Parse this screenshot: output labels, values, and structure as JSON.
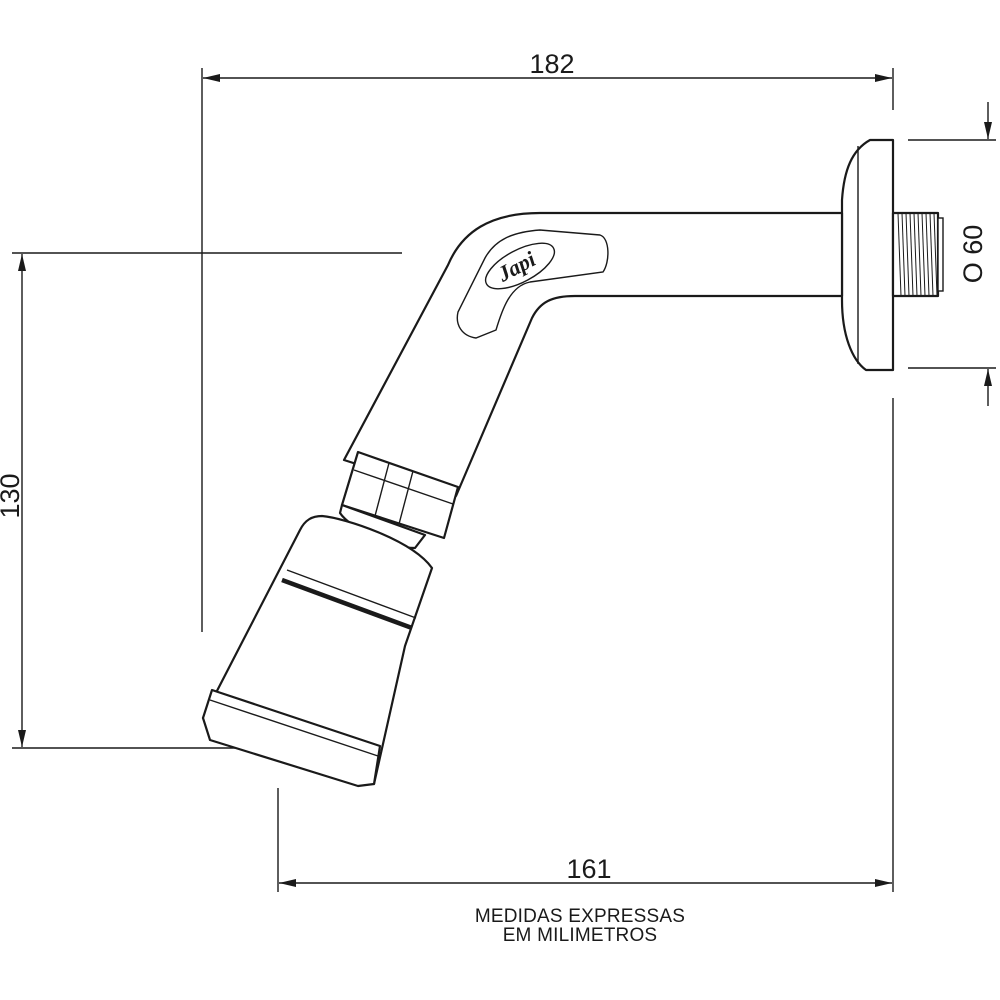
{
  "dimensions": {
    "top_width": "182",
    "bottom_width": "161",
    "height": "130",
    "diameter": "O 60"
  },
  "brand_logo_text": "Japi",
  "note": {
    "line1": "MEDIDAS EXPRESSAS",
    "line2": "EM MILIMETROS"
  },
  "colors": {
    "line": "#1a1a1a",
    "background": "#ffffff"
  }
}
